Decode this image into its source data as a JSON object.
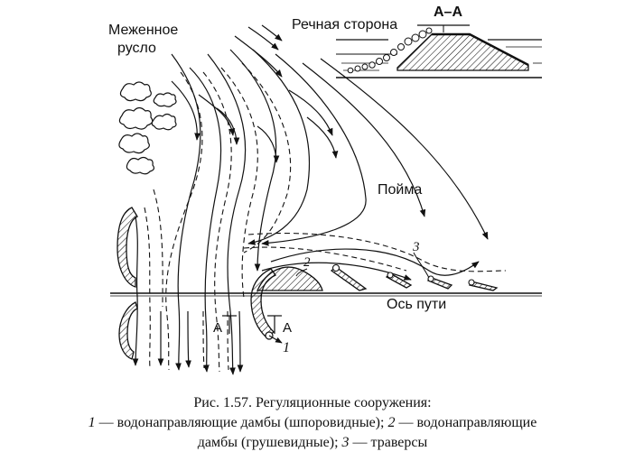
{
  "labels": {
    "low_water_channel": [
      "Меженное",
      "русло"
    ],
    "river_side": "Речная сторона",
    "section": "А–А",
    "floodplain": "Пойма",
    "track_axis": "Ось пути",
    "section_mark_left": "А",
    "section_mark_right": "А",
    "num_1": "1",
    "num_2": "2",
    "num_3": "3"
  },
  "caption": {
    "line1": "Рис. 1.57. Регуляционные сооружения:",
    "line2_num1": "1",
    "line2_text1": " — водонаправляющие дамбы (шпоровидные); ",
    "line2_num2": "2",
    "line2_text2": " — водонаправляющие",
    "line3_text": "дамбы (грушевидные); ",
    "line3_num3": "3",
    "line3_text2": " — траверсы"
  }
}
